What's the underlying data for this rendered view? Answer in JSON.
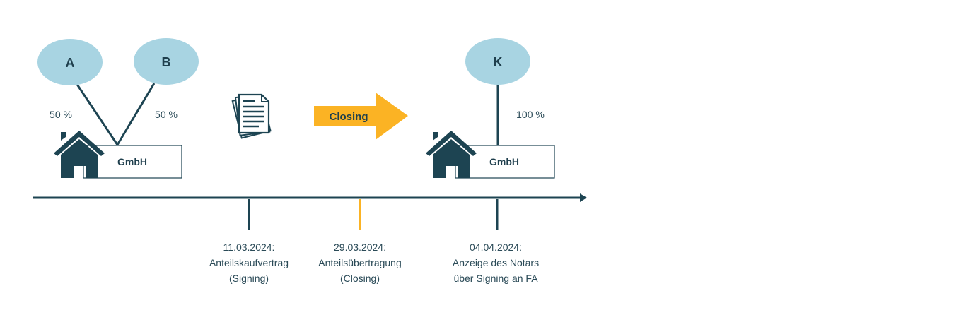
{
  "colors": {
    "dark": "#1d4452",
    "bubble": "#a8d4e2",
    "accent": "#fbb324",
    "text": "#2a4a57"
  },
  "icons": {
    "house": "house-icon",
    "documents": "documents-icon",
    "arrow": "arrow-right-icon"
  },
  "before": {
    "owner_a": "A",
    "owner_b": "B",
    "share_a": "50 %",
    "share_b": "50 %",
    "company": "GmbH"
  },
  "transition": {
    "label": "Closing"
  },
  "after": {
    "owner_k": "K",
    "share_k": "100 %",
    "company": "GmbH"
  },
  "timeline": {
    "events": [
      {
        "lines": [
          "11.03.2024:",
          "Anteilskaufvertrag",
          "(Signing)"
        ],
        "highlight": false
      },
      {
        "lines": [
          "29.03.2024:",
          "Anteilsübertragung",
          "(Closing)"
        ],
        "highlight": true
      },
      {
        "lines": [
          "04.04.2024:",
          "Anzeige des Notars",
          "über Signing an FA"
        ],
        "highlight": false
      }
    ]
  }
}
